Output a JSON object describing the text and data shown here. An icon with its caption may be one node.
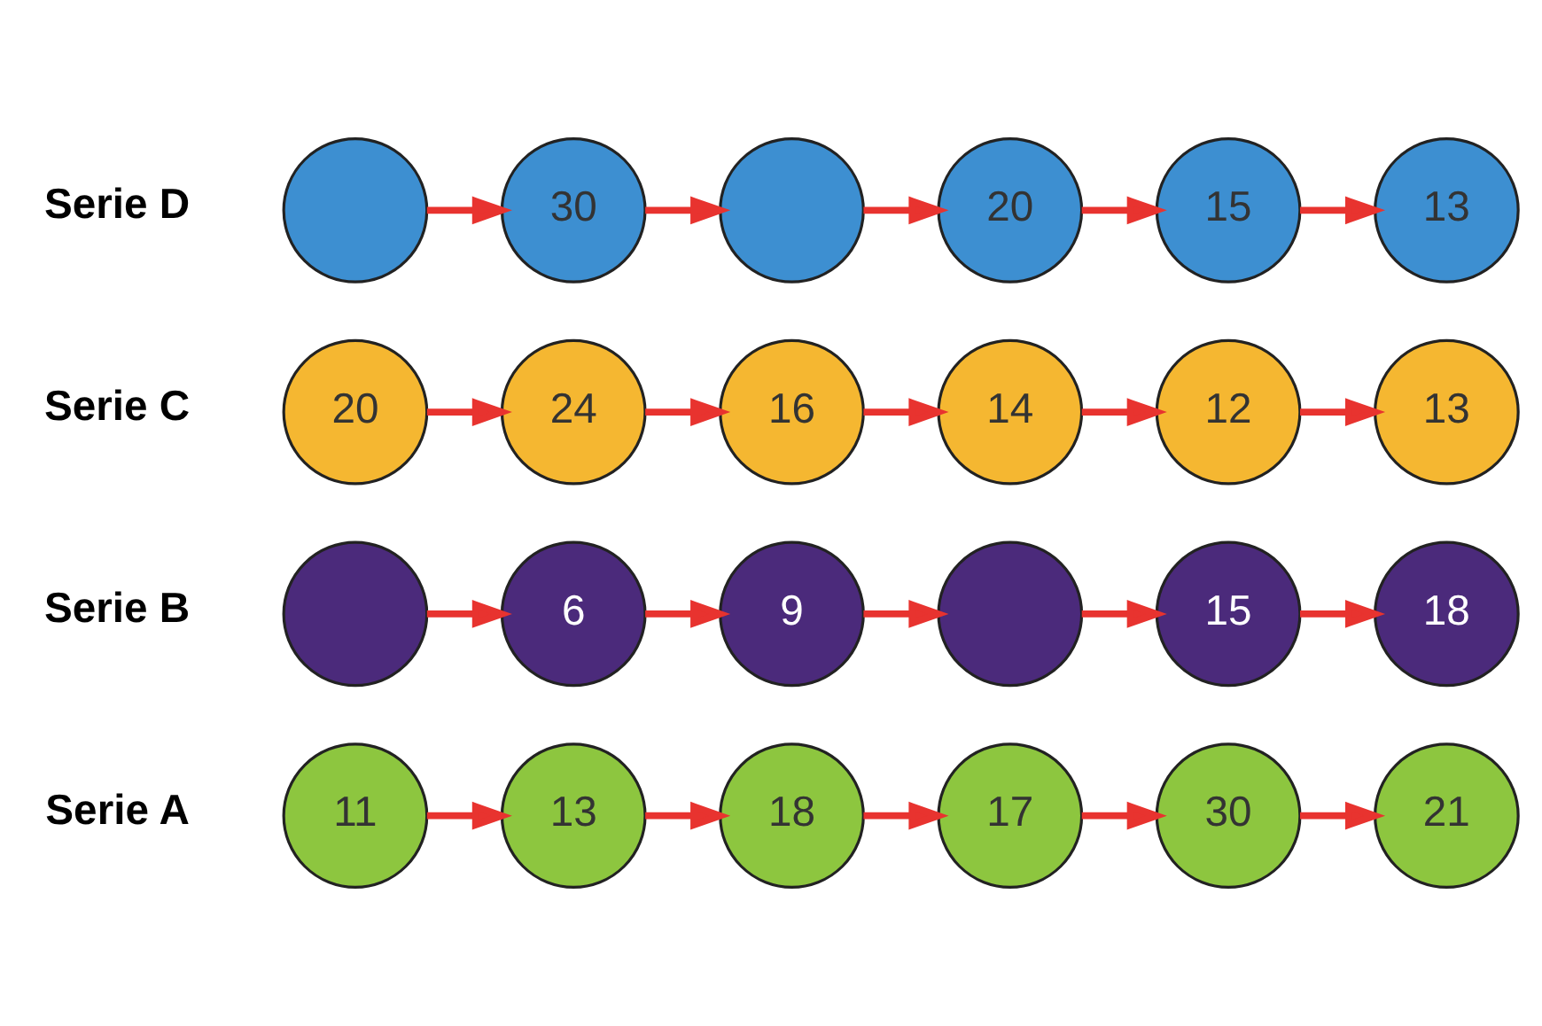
{
  "diagram": {
    "nodes": [
      {
        "text": [
          "11"
        ]
      },
      {
        "text": [
          "13"
        ]
      },
      {
        "text": [
          "18"
        ]
      },
      {
        "text": [
          "17"
        ]
      },
      {
        "text": [
          "30"
        ]
      },
      {
        "text": [
          "21"
        ]
      },
      {
        "text": [],
        "shape": "circle"
      },
      {
        "text": [
          "6"
        ]
      },
      {
        "text": [
          "9"
        ]
      },
      {
        "text": [],
        "shape": "circle"
      },
      {
        "text": [
          "15"
        ]
      },
      {
        "text": [
          "18"
        ]
      },
      {
        "text": [
          "20"
        ]
      },
      {
        "text": [
          "24"
        ]
      },
      {
        "text": [
          "16"
        ]
      },
      {
        "text": [
          "14"
        ]
      },
      {
        "text": [
          "12"
        ]
      },
      {
        "text": [
          "13"
        ]
      },
      {
        "text": [],
        "shape": "circle"
      },
      {
        "text": [
          "30"
        ]
      },
      {
        "text": [],
        "shape": "circle"
      },
      {
        "text": [
          "20"
        ]
      },
      {
        "text": [
          "15"
        ]
      },
      {
        "text": [
          "13"
        ]
      }
    ],
    "edges": [
      {
        "from": 0,
        "to": 1,
        "arrow": "to"
      },
      {
        "from": 1,
        "to": 2,
        "arrow": "to"
      },
      {
        "from": 2,
        "to": 3,
        "arrow": "to"
      },
      {
        "from": 3,
        "to": 4,
        "arrow": "to"
      },
      {
        "from": 4,
        "to": 5,
        "arrow": "to"
      },
      {
        "from": 6,
        "to": 7,
        "arrow": "to"
      },
      {
        "from": 7,
        "to": 8,
        "arrow": "to"
      },
      {
        "from": 8,
        "to": 9,
        "arrow": "to"
      },
      {
        "from": 9,
        "to": 10,
        "arrow": "to"
      },
      {
        "from": 10,
        "to": 11,
        "arrow": "to"
      },
      {
        "from": 12,
        "to": 13,
        "arrow": "to"
      },
      {
        "from": 13,
        "to": 14,
        "arrow": "to"
      },
      {
        "from": 14,
        "to": 15,
        "arrow": "to"
      },
      {
        "from": 15,
        "to": 16,
        "arrow": "to"
      },
      {
        "from": 16,
        "to": 17,
        "arrow": "to"
      },
      {
        "from": 18,
        "to": 19,
        "arrow": "to"
      },
      {
        "from": 19,
        "to": 20,
        "arrow": "to"
      },
      {
        "from": 20,
        "to": 21,
        "arrow": "to"
      },
      {
        "from": 21,
        "to": 22,
        "arrow": "to"
      },
      {
        "from": 22,
        "to": 23,
        "arrow": "to"
      }
    ],
    "labels": [
      "Serie A",
      "Serie B",
      "Serie C",
      "Serie D"
    ]
  }
}
